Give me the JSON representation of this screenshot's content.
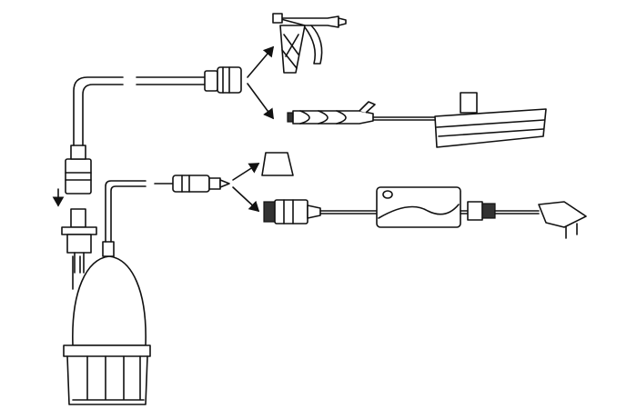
{
  "diagram": {
    "components": [
      "pump-bottle",
      "hose",
      "quick-connector",
      "spray-gun",
      "brush-wand",
      "cigarette-plug",
      "plug-cap",
      "car-socket",
      "power-adapter",
      "ac-plug"
    ],
    "colors": {
      "stroke": "#111111",
      "background": "#ffffff"
    }
  }
}
